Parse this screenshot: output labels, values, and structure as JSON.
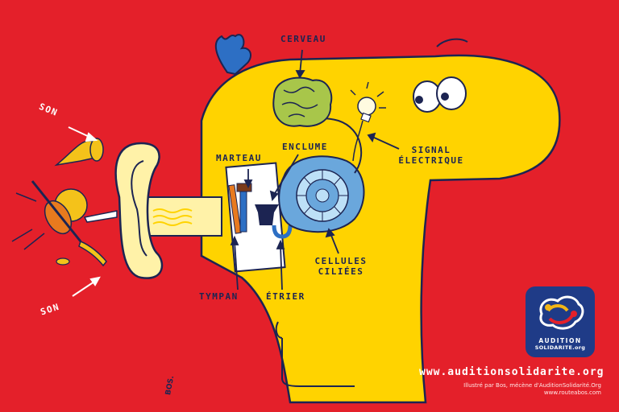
{
  "labels": {
    "son_top": "SON",
    "son_bottom": "SON",
    "cerveau": "CERVEAU",
    "marteau": "MARTEAU",
    "enclume": "ENCLUME",
    "signal": "SIGNAL",
    "electrique": "ÉLECTRIQUE",
    "cellules": "CELLULES",
    "ciliees": "CILIÉES",
    "tympan": "TYMPAN",
    "etrier": "ÉTRIER"
  },
  "footer": {
    "url": "www.auditionsolidarite.org",
    "credit_line1": "Illustré par Bos, mécène d'AuditionSolidarité.Org",
    "credit_line2": "www.routeabos.com",
    "signature": "BOS."
  },
  "logo": {
    "line1": "AUDITION",
    "line2": "SOLIDARITE.org"
  },
  "colors": {
    "background": "#e4202a",
    "head": "#ffd300",
    "outline": "#1c2452",
    "ear": "#fff2a8",
    "cochlea": "#6aa7dc",
    "brain": "#a8c64a",
    "logo_bg": "#1f3b87"
  }
}
